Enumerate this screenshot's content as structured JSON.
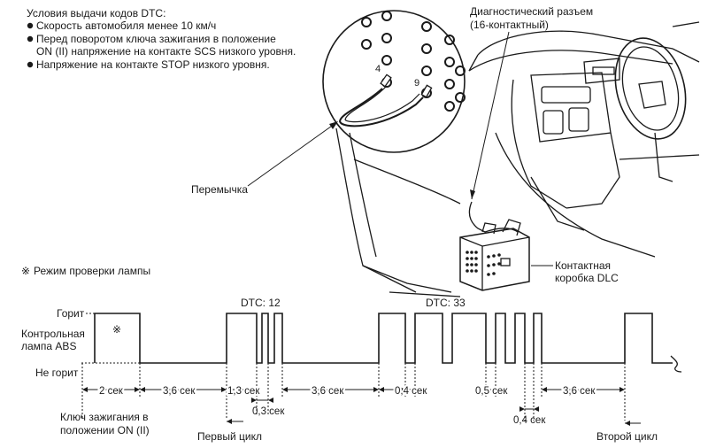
{
  "conditions": {
    "title": "Условия выдачи кодов DTC:",
    "items": [
      "Скорость автомобиля менее 10 км/ч",
      "Перед поворотом ключа зажигания в положение",
      "ON (II) напряжение на контакте SCS низкого уровня.",
      "Напряжение на контакте STOP низкого уровня."
    ]
  },
  "callouts": {
    "dlc_connector_line1": "Диагностический разъем",
    "dlc_connector_line2": "(16-контактный)",
    "jumper": "Перемычка",
    "pin_4": "4",
    "pin_9": "9",
    "junction_box_line1": "Контактная",
    "junction_box_line2": "коробка DLC"
  },
  "lamp_check": {
    "symbol": "※",
    "label": "Режим проверки лампы"
  },
  "signal": {
    "on_label": "Горит",
    "off_label": "Не горит",
    "lamp_label_line1": "Контрольная",
    "lamp_label_line2": "лампа ABS",
    "dtc_12": "DTC: 12",
    "dtc_33": "DTC: 33",
    "lamp_check_marker": "※",
    "durations": {
      "d2": "2 сек",
      "d36a": "3,6 сек",
      "d13": "1,3 сек",
      "d03": "0,3 сек",
      "d36b": "3,6 сек",
      "d04a": "0,4 сек",
      "d05": "0,5 сек",
      "d04b": "0,4 сек",
      "d36c": "3,6 сек"
    },
    "ignition_line1": "Ключ зажигания в",
    "ignition_line2": "положении ON (II)",
    "first_cycle": "Первый цикл",
    "second_cycle": "Второй цикл"
  }
}
